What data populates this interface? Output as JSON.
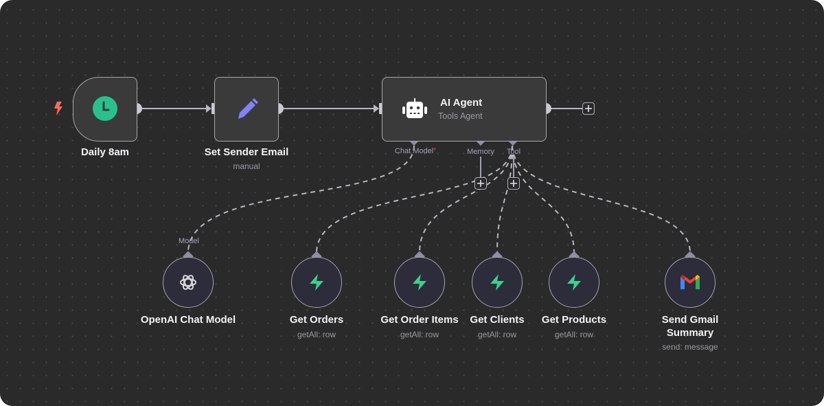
{
  "workflow": {
    "nodes": {
      "trigger": {
        "title": "Daily 8am",
        "icon": "clock-icon",
        "icon_color": "#29c08e"
      },
      "set_email": {
        "title": "Set Sender Email",
        "subtitle": "manual",
        "icon": "pencil-icon",
        "icon_color": "#8183f7"
      },
      "agent": {
        "title": "AI Agent",
        "subtitle": "Tools Agent",
        "icon": "robot-icon",
        "ports": {
          "chat_model": "Chat Model",
          "required_marker": "*",
          "memory": "Memory",
          "tool": "Tool"
        }
      },
      "openai": {
        "title": "OpenAI Chat Model",
        "port_label": "Model",
        "icon": "openai-icon"
      },
      "get_orders": {
        "title": "Get Orders",
        "subtitle": "getAll: row",
        "icon": "supabase-icon"
      },
      "get_order_items": {
        "title": "Get Order Items",
        "subtitle": "getAll: row",
        "icon": "supabase-icon"
      },
      "get_clients": {
        "title": "Get Clients",
        "subtitle": "getAll: row",
        "icon": "supabase-icon"
      },
      "get_products": {
        "title": "Get Products",
        "subtitle": "getAll: row",
        "icon": "supabase-icon"
      },
      "gmail": {
        "title_line1": "Send Gmail",
        "title_line2": "Summary",
        "subtitle": "send: message",
        "icon": "gmail-icon"
      }
    },
    "colors": {
      "canvas": "#2a2a2b",
      "edge": "#b8b8c0",
      "port": "#8d8da3",
      "trigger_bolt": "#ff6d5a",
      "supabase_green": "#3ecf8e"
    }
  }
}
